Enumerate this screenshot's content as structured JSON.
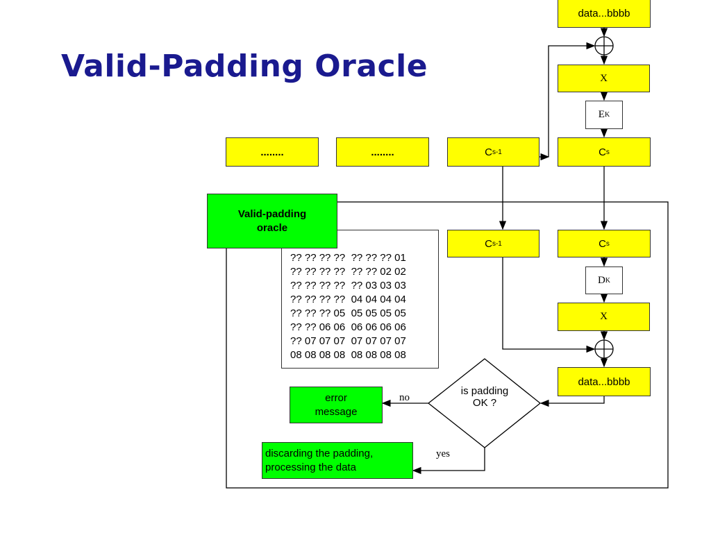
{
  "title": "Valid-Padding Oracle",
  "encryption": {
    "top_data": "data...bbbb",
    "x": "X",
    "ek": "E",
    "ek_sub": "K",
    "cs": "C",
    "cs_sub": "s",
    "cs1": "C",
    "cs1_sub": "s-1",
    "dots1": "........",
    "dots2": "........"
  },
  "oracle": {
    "label": "Valid-padding oracle",
    "padding_rows": [
      "?? ?? ?? ??  ?? ?? ?? 01",
      "?? ?? ?? ??  ?? ?? 02 02",
      "?? ?? ?? ??  ?? 03 03 03",
      "?? ?? ?? ??  04 04 04 04",
      "?? ?? ?? 05  05 05 05 05",
      "?? ?? 06 06  06 06 06 06",
      "?? 07 07 07  07 07 07 07",
      "08 08 08 08  08 08 08 08"
    ],
    "cs1": "C",
    "cs1_sub": "s-1",
    "cs": "C",
    "cs_sub": "s",
    "dk": "D",
    "dk_sub": "K",
    "x": "X",
    "data": "data...bbbb",
    "decision": "is padding OK ?",
    "no": "no",
    "yes": "yes",
    "error": "error message",
    "discard": "discarding the padding, processing the data"
  },
  "colors": {
    "yellow": "#ffff00",
    "green": "#00ff00",
    "title": "#1a1a8f"
  }
}
